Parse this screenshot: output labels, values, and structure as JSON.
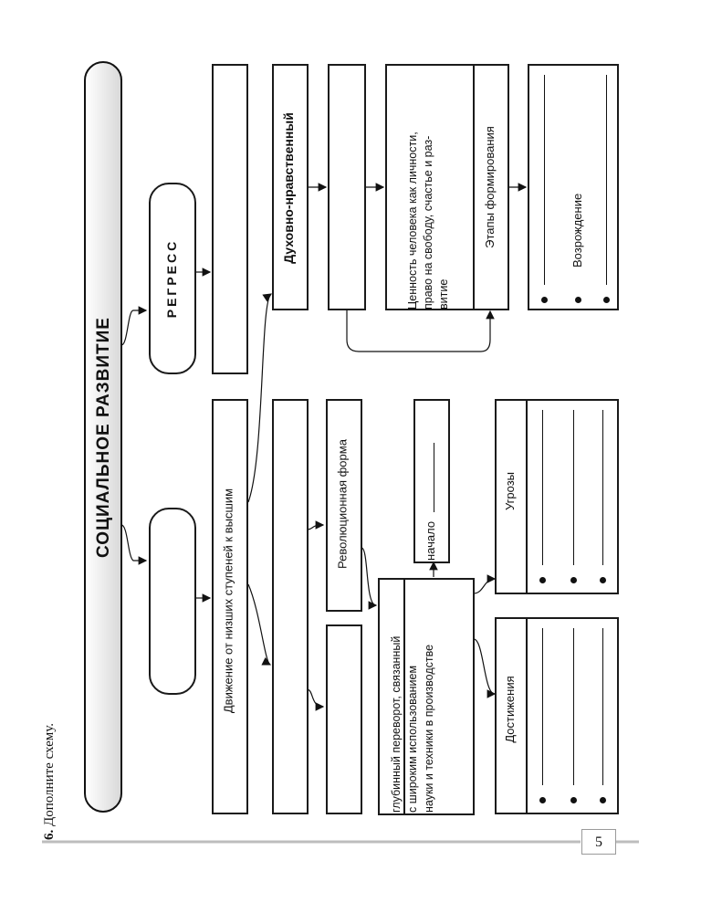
{
  "task": {
    "number": "6.",
    "text": "Дополните схему."
  },
  "title": "СОЦИАЛЬНОЕ РАЗВИТИЕ",
  "branches": {
    "left_blank": "",
    "regress": "РЕГРЕСС"
  },
  "progress": {
    "definition": "Движение от низших ступеней к высшим",
    "revolution_form": "Революционная форма",
    "deep_turn": [
      "глубинный переворот, связанный",
      "с широким использованием",
      "науки и техники в производстве"
    ],
    "start": "начало"
  },
  "achievements": {
    "title": "Достижения",
    "items": [
      "",
      "",
      ""
    ]
  },
  "threats": {
    "title": "Угрозы",
    "items": [
      "",
      "",
      ""
    ]
  },
  "spiritual": {
    "title": "Духовно-нравственный",
    "value": [
      "Ценность человека как личности,",
      "право на свободу, счастье и раз-",
      "витие"
    ],
    "stages": "Этапы формирования",
    "stage_items": [
      "",
      "Возрождение",
      ""
    ]
  },
  "page_number": "5"
}
